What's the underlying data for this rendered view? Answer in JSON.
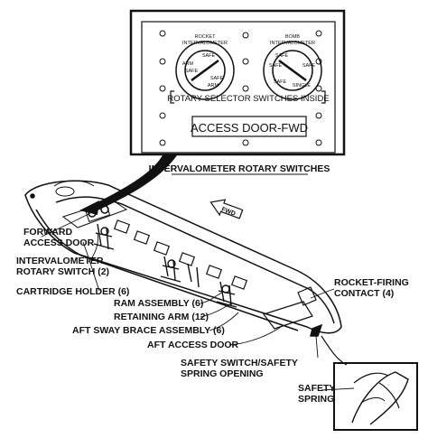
{
  "panel": {
    "rocket_dial": {
      "line1": "ROCKET",
      "line2": "INTERVALOMETER",
      "ticks": [
        "SAFE",
        "ARM",
        "SAFE",
        "SAFE",
        "ARM"
      ]
    },
    "bomb_dial": {
      "line1": "BOMB",
      "line2": "INTERVALOMETER",
      "ticks": [
        "SAFE",
        "SAFE",
        "SAFE",
        "SAFE",
        "SINGLE"
      ]
    },
    "rotary_text": "ROTARY SELECTOR SWITCHES INSIDE",
    "access_door_text": "ACCESS DOOR-FWD"
  },
  "title": "INTERVALOMETER ROTARY SWITCHES",
  "fwd_arrow": "FWD",
  "labels": {
    "forward_access_door": [
      "FORWARD",
      "ACCESS DOOR"
    ],
    "intervalometer": [
      "INTERVALOMETER",
      "ROTARY SWITCH (2)"
    ],
    "cartridge_holder": "CARTRIDGE HOLDER (6)",
    "ram_assembly": "RAM ASSEMBLY (6)",
    "retaining_arm": "RETAINING ARM (12)",
    "aft_sway": "AFT SWAY BRACE ASSEMBLY (6)",
    "aft_access_door": "AFT ACCESS DOOR",
    "safety_switch": [
      "SAFETY SWITCH/SAFETY",
      "SPRING OPENING"
    ],
    "rocket_firing": [
      "ROCKET-FIRING",
      "CONTACT (4)"
    ],
    "safety_spring": [
      "SAFETY",
      "SPRING"
    ]
  }
}
